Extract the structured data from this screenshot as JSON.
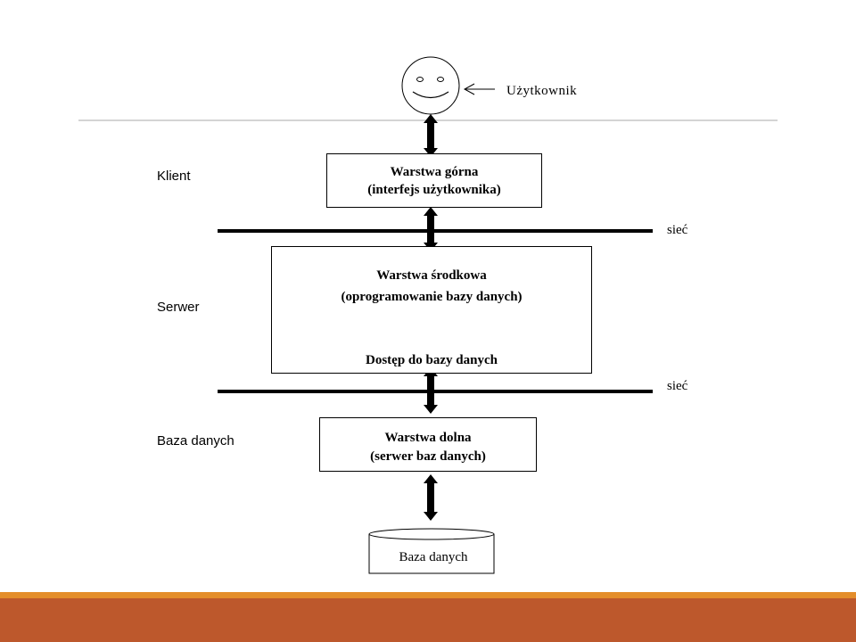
{
  "user": {
    "label": "Użytkownik"
  },
  "layers": {
    "client": "Klient",
    "server": "Serwer",
    "database": "Baza danych"
  },
  "boxes": {
    "top": {
      "line1": "Warstwa górna",
      "line2": "(interfejs użytkownika)"
    },
    "middle": {
      "line1": "Warstwa środkowa",
      "line2": "(oprogramowanie bazy danych)",
      "line3": "Dostęp do bazy danych"
    },
    "bottom": {
      "line1": "Warstwa dolna",
      "line2": "(serwer baz danych)"
    }
  },
  "network": {
    "label_upper": "sieć",
    "label_lower": "sieć"
  },
  "database_cylinder": {
    "label": "Baza danych"
  },
  "colors": {
    "band": "#bd582c",
    "stripe": "#e48e2b",
    "rule": "#aaaaaa"
  }
}
